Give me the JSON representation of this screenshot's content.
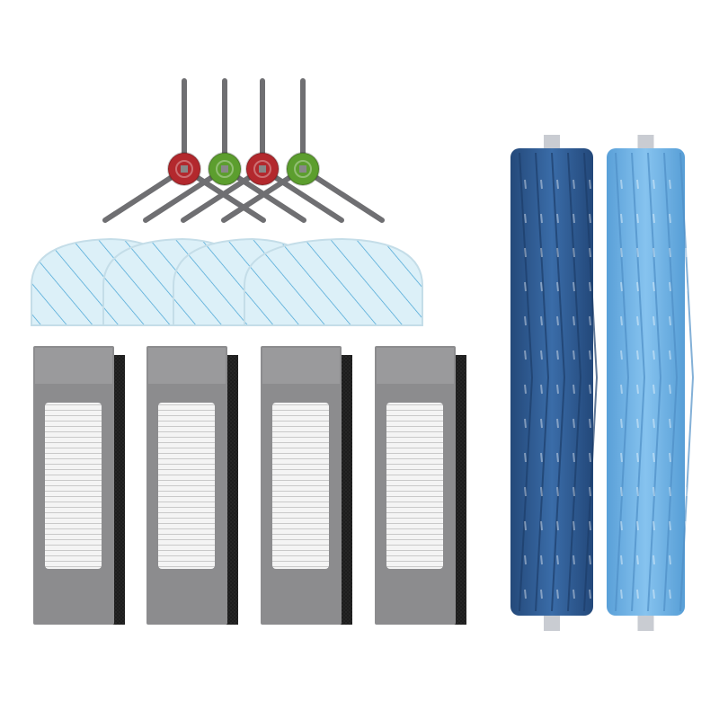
{
  "colors": {
    "background": "#ffffff",
    "brush_hub_red": "#b3282d",
    "brush_hub_green": "#5c9e2e",
    "brush_arm": "#6f6f72",
    "mop_pad": "#dcf0f8",
    "mop_stripe": "#4aa6d6",
    "filter_frame": "#8c8c8e",
    "filter_media": "#f2f2f2",
    "filter_foam": "#1e1e1e",
    "roller_dark": "#2f5f9a",
    "roller_light": "#6fb2e6"
  },
  "brush_hubs": [
    "red",
    "green",
    "red",
    "green"
  ]
}
